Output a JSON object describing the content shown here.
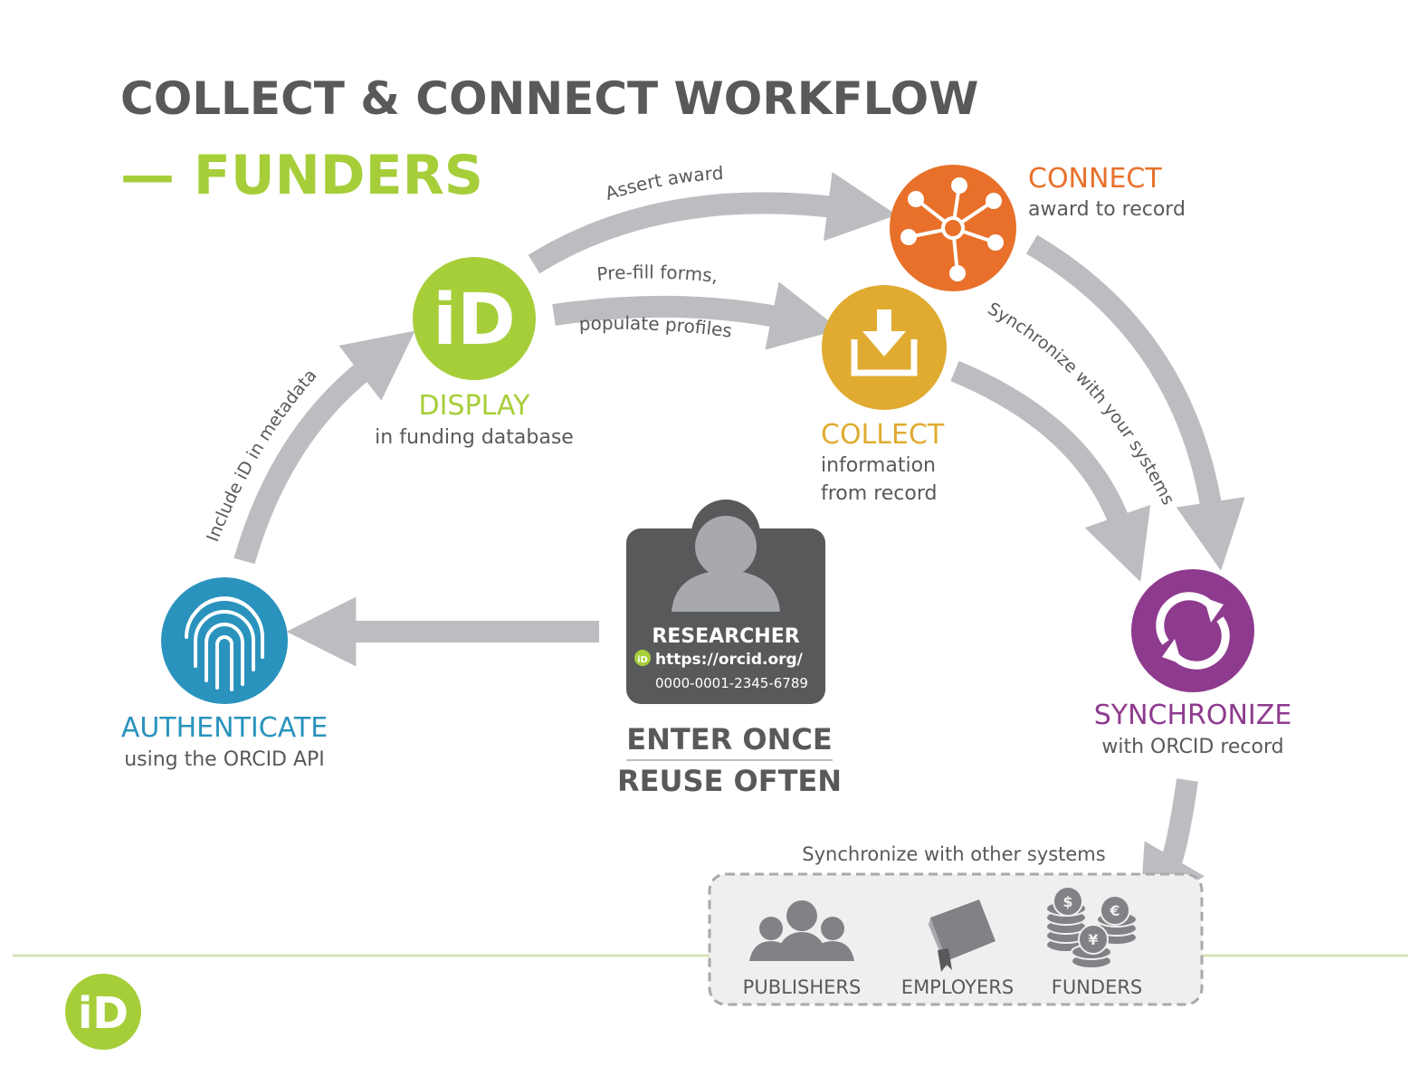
{
  "title": {
    "line1": "COLLECT & CONNECT WORKFLOW",
    "line2": "— FUNDERS"
  },
  "nodes": {
    "display": {
      "title": "DISPLAY",
      "subtitle": "in funding database",
      "icon": "orcid-id-icon",
      "color": "#a6ce39"
    },
    "connect": {
      "title": "CONNECT",
      "subtitle": "award to record",
      "icon": "network-hub-icon",
      "color": "#e8702a"
    },
    "collect": {
      "title": "COLLECT",
      "subtitle_line1": "information",
      "subtitle_line2": "from record",
      "icon": "download-tray-icon",
      "color": "#e0ab30"
    },
    "synchronize": {
      "title": "SYNCHRONIZE",
      "subtitle": "with ORCID record",
      "icon": "sync-arrows-icon",
      "color": "#8e3b8f"
    },
    "authenticate": {
      "title": "AUTHENTICATE",
      "subtitle": "using the ORCID API",
      "icon": "fingerprint-icon",
      "color": "#2a93bd"
    }
  },
  "arrows": {
    "assert_award": "Assert award",
    "prefill_line1": "Pre-fill forms,",
    "prefill_line2": "populate profiles",
    "sync_systems": "Synchronize with your systems",
    "include_id": "Include iD in metadata",
    "sync_other": "Synchronize with other systems"
  },
  "researcher": {
    "label": "RESEARCHER",
    "url_line1": "https://orcid.org/",
    "url_line2": "0000-0001-2345-6789",
    "tagline1": "ENTER ONCE",
    "tagline2": "REUSE OFTEN",
    "icon": "person-icon"
  },
  "systems": [
    {
      "label": "PUBLISHERS",
      "icon": "people-group-icon"
    },
    {
      "label": "EMPLOYERS",
      "icon": "book-icon"
    },
    {
      "label": "FUNDERS",
      "icon": "coins-icon"
    }
  ],
  "colors": {
    "arrow": "#bcbdc0",
    "title_gray": "#58595b",
    "orcid_green": "#a6ce39",
    "text_gray": "#58595b",
    "badge": "#58595b"
  }
}
